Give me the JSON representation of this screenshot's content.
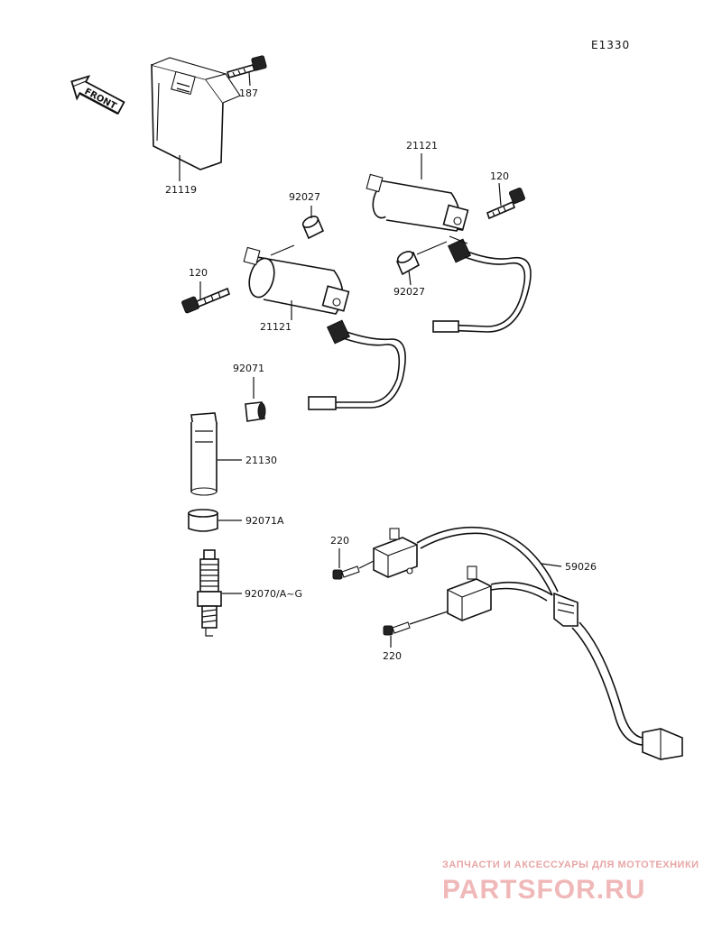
{
  "diagram_code": "E1330",
  "front_label": "FRONT",
  "labels": {
    "p187": "187",
    "p21119": "21119",
    "p21121_top": "21121",
    "p120_top": "120",
    "p92027_top": "92027",
    "p92027_left": "92027",
    "p120_left": "120",
    "p21121_left": "21121",
    "p92071": "92071",
    "p21130": "21130",
    "p92071A": "92071A",
    "p92070": "92070/A~G",
    "p220_top": "220",
    "p220_bottom": "220",
    "p59026": "59026"
  },
  "watermark": {
    "tagline": "ЗАПЧАСТИ И АКСЕССУАРЫ ДЛЯ МОТОТЕХНИКИ",
    "logo": "PARTSFOR.RU"
  }
}
